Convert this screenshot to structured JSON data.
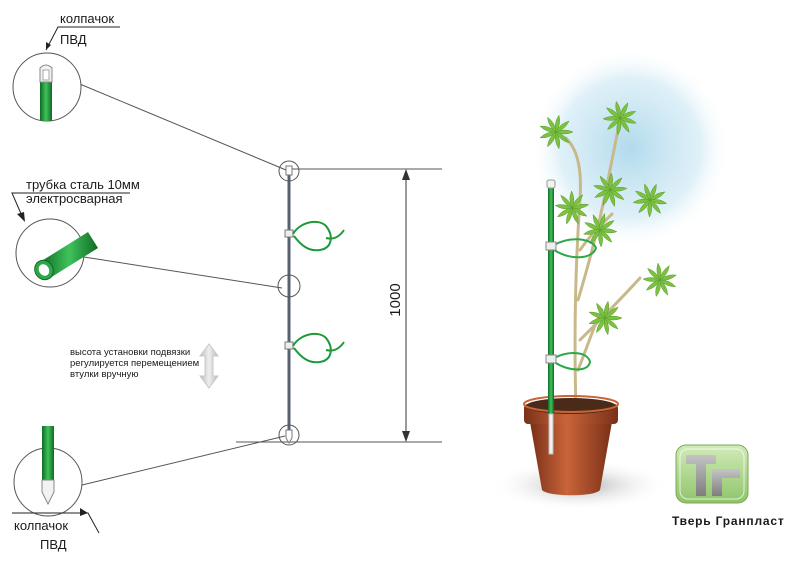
{
  "labels": {
    "cap_top_line1": "колпачок",
    "cap_top_line2": "ПВД",
    "tube_line1": "трубка сталь 10мм",
    "tube_line2": "электросварная",
    "note_line1": "высота установки подвязки",
    "note_line2": "регулируется перемещением",
    "note_line3": "втулки вручную",
    "cap_bottom_line1": "колпачок",
    "cap_bottom_line2": "ПВД",
    "dimension": "1000"
  },
  "brand": {
    "logo_letters": "ТГ",
    "name": "Тверь Гранпласт"
  },
  "colors": {
    "stake_green": "#1e9a3a",
    "stake_dark": "#0f6a25",
    "leaf_green": "#7cc242",
    "pot": "#b5502a",
    "pot_dark": "#7a3018",
    "sky": "#a9d6ea",
    "logo_green": "#a9d18e",
    "logo_gray": "#9a9a9a"
  }
}
